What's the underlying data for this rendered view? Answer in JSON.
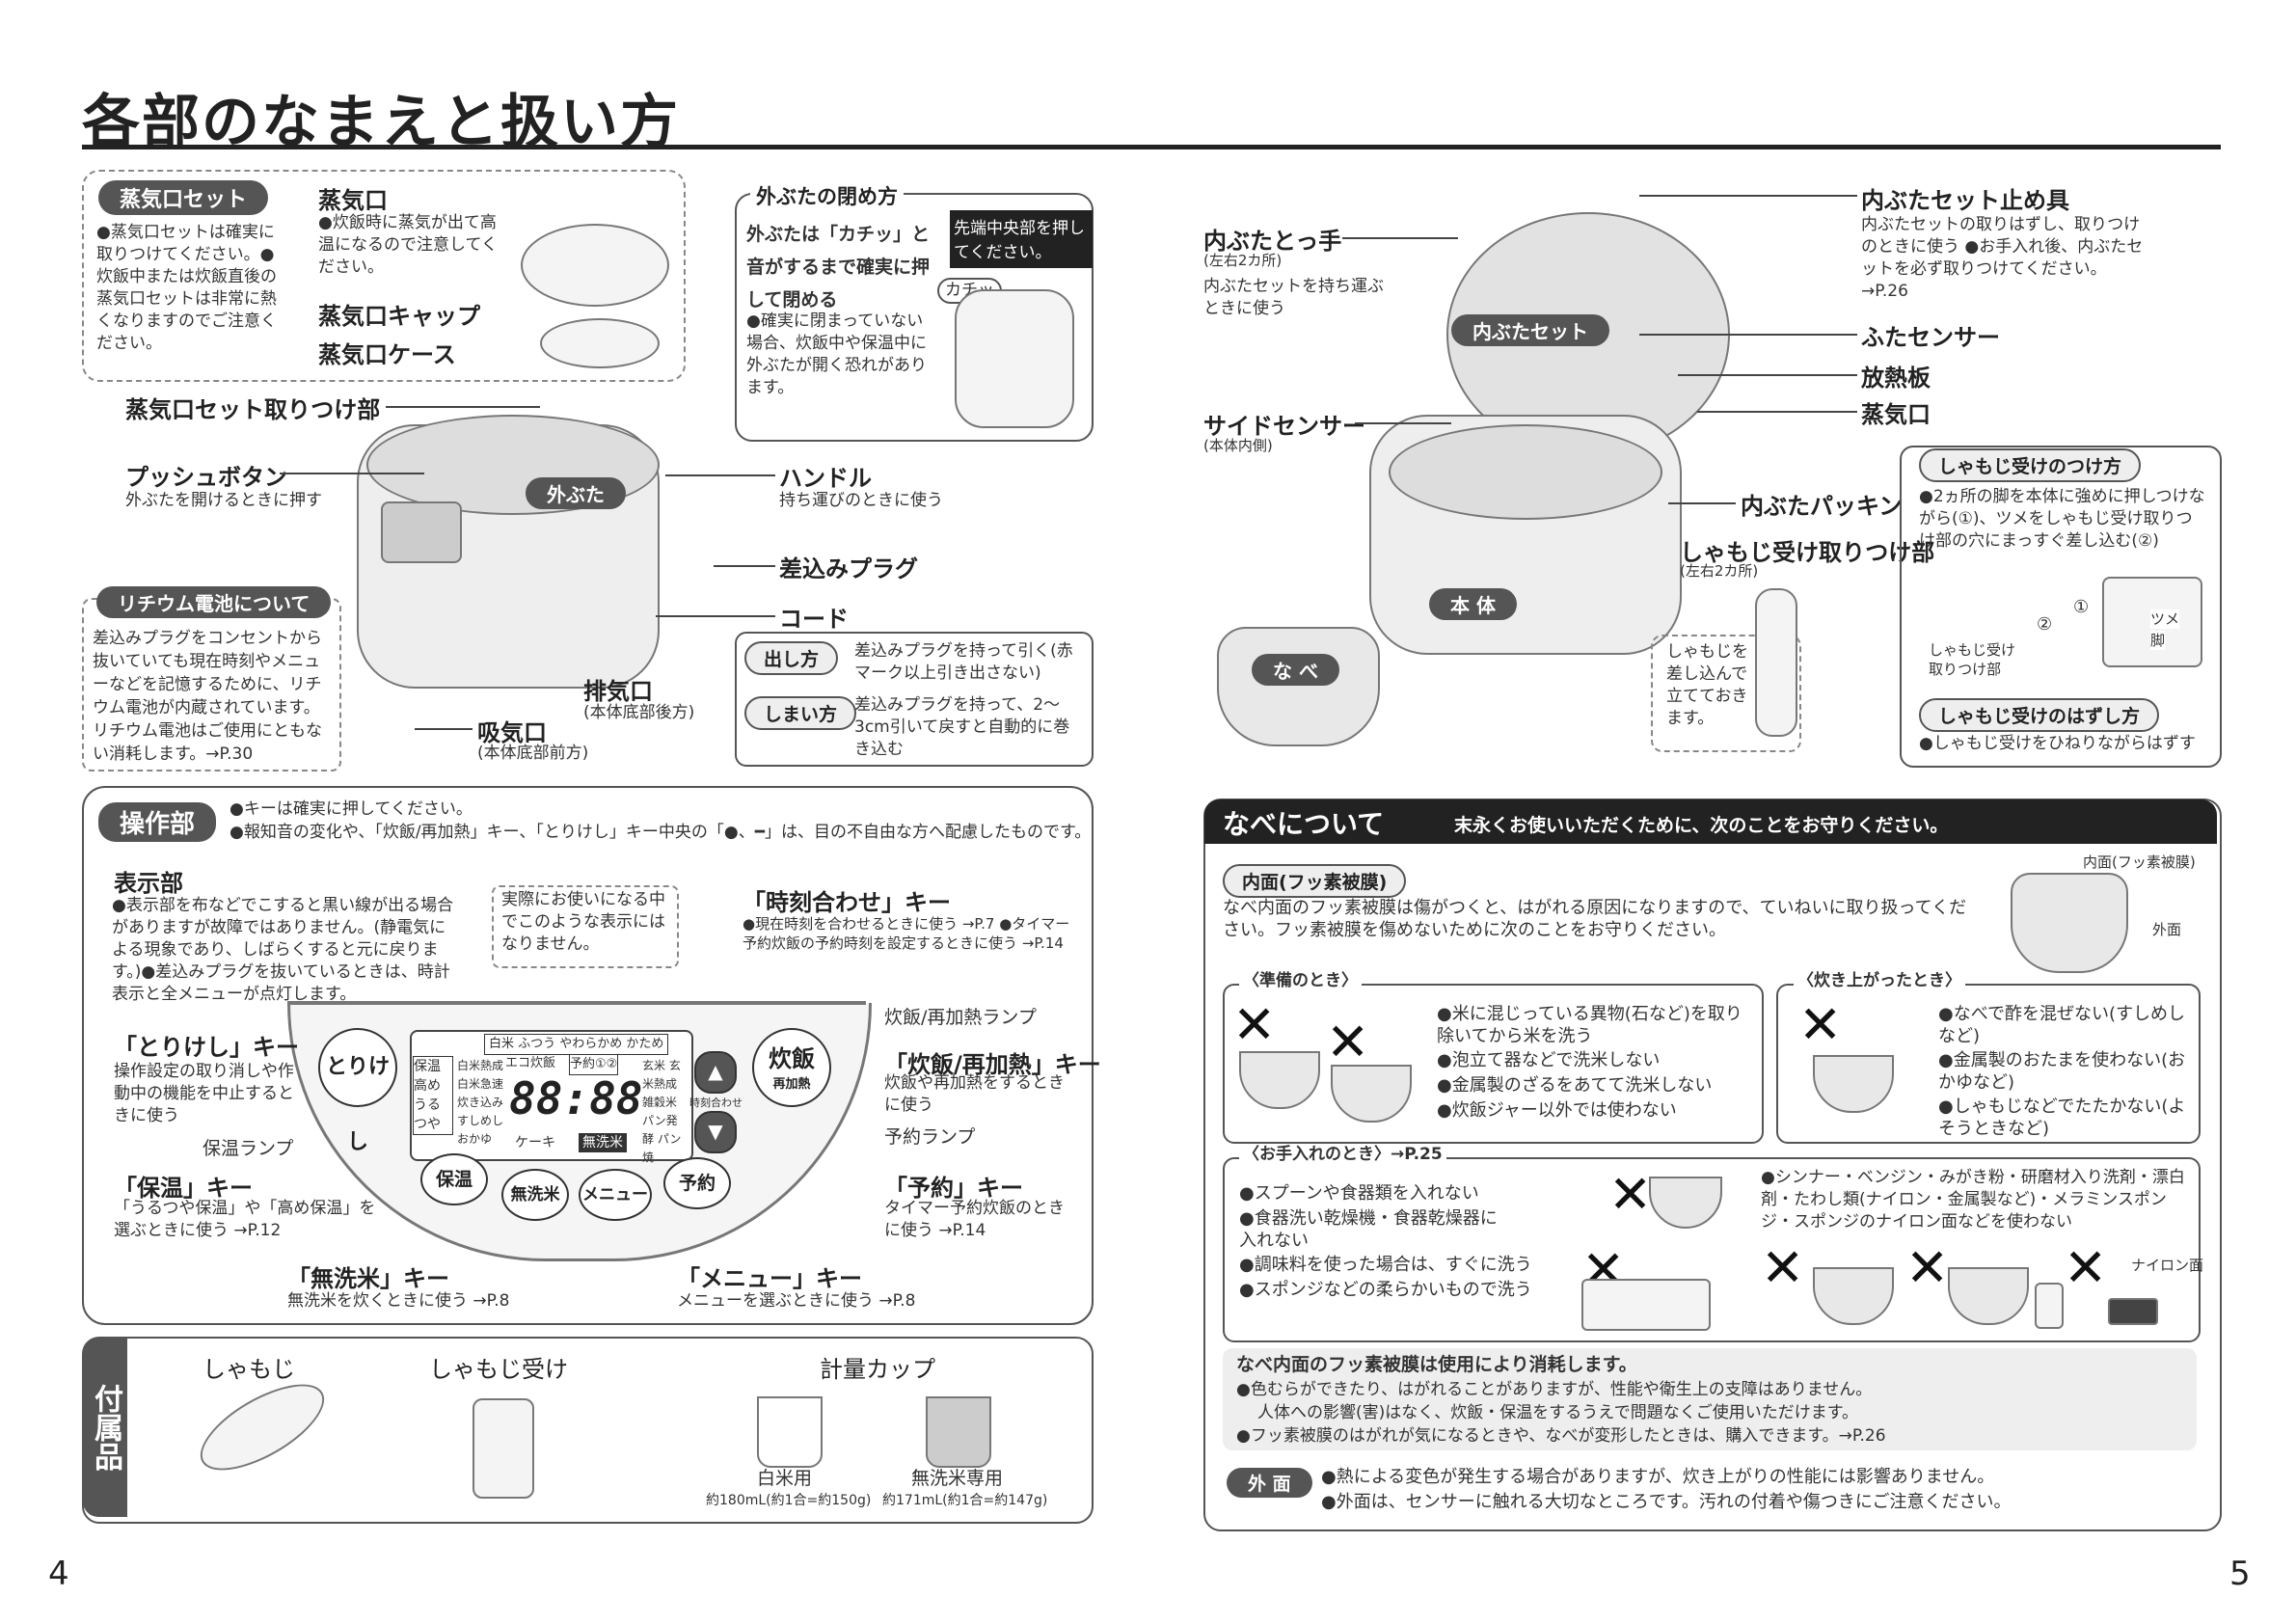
{
  "title": "各部のなまえと扱い方",
  "page_left": "4",
  "page_right": "5",
  "steam": {
    "set_title": "蒸気口セット",
    "set_note": "●蒸気口セットは確実に取りつけてください。●炊飯中または炊飯直後の蒸気口セットは非常に熱くなりますのでご注意ください。",
    "vent_label": "蒸気口",
    "vent_note": "●炊飯時に蒸気が出て高温になるので注意してください。",
    "cap_label": "蒸気口キャップ",
    "case_label": "蒸気口ケース",
    "mount_label": "蒸気口セット取りつけ部"
  },
  "outer_lid": {
    "section_title": "外ぶたの閉め方",
    "close_text": "外ぶたは「カチッ」と音がするまで確実に押して閉める",
    "press_box": "先端中央部を押してください。",
    "click": "カチッ",
    "warn": "●確実に閉まっていない場合、炊飯中や保温中に外ぶたが開く恐れがあります。",
    "lid_label": "外ぶた"
  },
  "left_parts": {
    "push_button": "プッシュボタン",
    "push_note": "外ぶたを開けるときに押す",
    "handle": "ハンドル",
    "handle_note": "持ち運びのときに使う",
    "plug": "差込みプラグ",
    "cord": "コード",
    "exhaust": "排気口",
    "exhaust_note": "(本体底部後方)",
    "intake": "吸気口",
    "intake_note": "(本体底部前方)"
  },
  "cord_box": {
    "out_label": "出し方",
    "out_text": "差込みプラグを持って引く(赤マーク以上引き出さない)",
    "store_label": "しまい方",
    "store_text": "差込みプラグを持って、2〜3cm引いて戻すと自動的に巻き込む"
  },
  "battery": {
    "title": "リチウム電池について",
    "text": "差込みプラグをコンセントから抜いていても現在時刻やメニューなどを記憶するために、リチウム電池が内蔵されています。リチウム電池はご使用にともない消耗します。→P.30"
  },
  "controls": {
    "title": "操作部",
    "note1": "●キーは確実に押してください。",
    "note2": "●報知音の変化や、「炊飯/再加熱」キー、「とりけし」キー中央の「●、━」は、目の不自由な方へ配慮したものです。",
    "display_title": "表示部",
    "display_text": "●表示部を布などでこすると黒い線が出る場合がありますが故障ではありません。(静電気による現象であり、しばらくすると元に戻ります。)●差込みプラグを抜いているときは、時計表示と全メニューが点灯します。",
    "display_callout": "実際にお使いになる中でこのような表示にはなりません。",
    "clock_key": "「時刻合わせ」キー",
    "clock_note": "●現在時刻を合わせるときに使う →P.7 ●タイマー予約炊飯の予約時刻を設定するときに使う →P.14",
    "cook_lamp": "炊飯/再加熱ランプ",
    "cook_key": "「炊飯/再加熱」キー",
    "cook_note": "炊飯や再加熱をするときに使う",
    "reserve_lamp": "予約ランプ",
    "reserve_key": "「予約」キー",
    "reserve_note": "タイマー予約炊飯のときに使う →P.14",
    "cancel_key": "「とりけし」キー",
    "cancel_note": "操作設定の取り消しや作動中の機能を中止するときに使う",
    "keep_lamp": "保温ランプ",
    "keep_key": "「保温」キー",
    "keep_note": "「うるつや保温」や「高め保温」を選ぶときに使う →P.12",
    "musenmai_key": "「無洗米」キー",
    "musenmai_note": "無洗米を炊くときに使う →P.8",
    "menu_key": "「メニュー」キー",
    "menu_note": "メニューを選ぶときに使う →P.8",
    "panel": {
      "btn_cancel": "とりけし",
      "btn_cook": "炊飯",
      "btn_cook_sub": "再加熱",
      "btn_keep": "保温",
      "btn_musenmai": "無洗米",
      "btn_menu": "メニュー",
      "btn_reserve": "予約",
      "keep_modes": "保温 高め うるつや",
      "texture": "白米 ふつう やわらかめ かため",
      "left_menu": "白米熱成 白米急速 炊き込み すしめし おかゆ",
      "eco": "エコ炊飯",
      "reserve_tag": "予約①②",
      "digits": "88:88",
      "cake": "ケーキ",
      "musenmai_tag": "無洗米",
      "right_menu": "玄米 玄米熱成 雑穀米 パン発酵 パン焼",
      "clock_tag": "時刻合わせ"
    }
  },
  "accessories": {
    "title": "付属品",
    "shamoji": "しゃもじ",
    "shamoji_holder": "しゃもじ受け",
    "cup": "計量カップ",
    "white_rice": "白米用",
    "white_rice_vol": "約180mL(約1合=約150g)",
    "musenmai": "無洗米専用",
    "musenmai_vol": "約171mL(約1合=約147g)"
  },
  "right_parts": {
    "inner_handle": "内ぶたとっ手",
    "inner_handle_sub": "(左右2カ所)",
    "inner_handle_note": "内ぶたセットを持ち運ぶときに使う",
    "inner_set": "内ぶたセット",
    "stopper": "内ぶたセット止め具",
    "stopper_note": "内ぶたセットの取りはずし、取りつけのときに使う ●お手入れ後、内ぶたセットを必ず取りつけてください。→P.26",
    "lid_sensor": "ふたセンサー",
    "heat_plate": "放熱板",
    "vent": "蒸気口",
    "side_sensor": "サイドセンサー",
    "side_sensor_sub": "(本体内側)",
    "packing": "内ぶたパッキン",
    "holder_mount": "しゃもじ受け取りつけ部",
    "holder_mount_sub": "(左右2カ所)",
    "body": "本 体",
    "pot": "な べ",
    "shamoji_callout": "しゃもじを差し込んで立てておきます。"
  },
  "holder_box": {
    "attach_title": "しゃもじ受けのつけ方",
    "attach_text": "●2ヵ所の脚を本体に強めに押しつけながら(①)、ツメをしゃもじ受け取りつけ部の穴にまっすぐ差し込む(②)",
    "claw": "ツメ",
    "leg": "脚",
    "mount": "しゃもじ受け取りつけ部",
    "c1": "①",
    "c2": "②",
    "remove_title": "しゃもじ受けのはずし方",
    "remove_text": "●しゃもじ受けをひねりながらはずす"
  },
  "pot_care": {
    "title": "なべについて",
    "subtitle": "末永くお使いいただくために、次のことをお守りください。",
    "coat_title": "内面(フッ素被膜)",
    "coat_text": "なべ内面のフッ素被膜は傷がつくと、はがれる原因になりますので、ていねいに取り扱ってください。フッ素被膜を傷めないために次のことをお守りください。",
    "inner_label": "内面(フッ素被膜)",
    "outer_label": "外面",
    "prep_title": "〈準備のとき〉",
    "prep_items": [
      "●米に混じっている異物(石など)を取り除いてから米を洗う",
      "●泡立て器などで洗米しない",
      "●金属製のざるをあてて洗米しない",
      "●炊飯ジャー以外では使わない"
    ],
    "after_title": "〈炊き上がったとき〉",
    "after_items": [
      "●なべで酢を混ぜない(すしめしなど)",
      "●金属製のおたまを使わない(おかゆなど)",
      "●しゃもじなどでたたかない(よそうときなど)"
    ],
    "clean_title": "〈お手入れのとき〉→P.25",
    "clean_items": [
      "●スプーンや食器類を入れない",
      "●食器洗い乾燥機・食器乾燥器に入れない",
      "●調味料を使った場合は、すぐに洗う",
      "●スポンジなどの柔らかいもので洗う"
    ],
    "clean_items2": "●シンナー・ベンジン・みがき粉・研磨材入り洗剤・漂白剤・たわし類(ナイロン・金属製など)・メラミンスポンジ・スポンジのナイロン面などを使わない",
    "nylon": "ナイロン面",
    "wear_title": "なべ内面のフッ素被膜は使用により消耗します。",
    "wear_1": "●色むらができたり、はがれることがありますが、性能や衛生上の支障はありません。",
    "wear_2": "人体への影響(害)はなく、炊飯・保温をするうえで問題なくご使用いただけます。",
    "wear_3": "●フッ素被膜のはがれが気になるときや、なべが変形したときは、購入できます。→P.26",
    "outer_tag": "外 面",
    "outer_1": "●熱による変色が発生する場合がありますが、炊き上がりの性能には影響ありません。",
    "outer_2": "●外面は、センサーに触れる大切なところです。汚れの付着や傷つきにご注意ください。",
    "x_mark": "✕"
  }
}
